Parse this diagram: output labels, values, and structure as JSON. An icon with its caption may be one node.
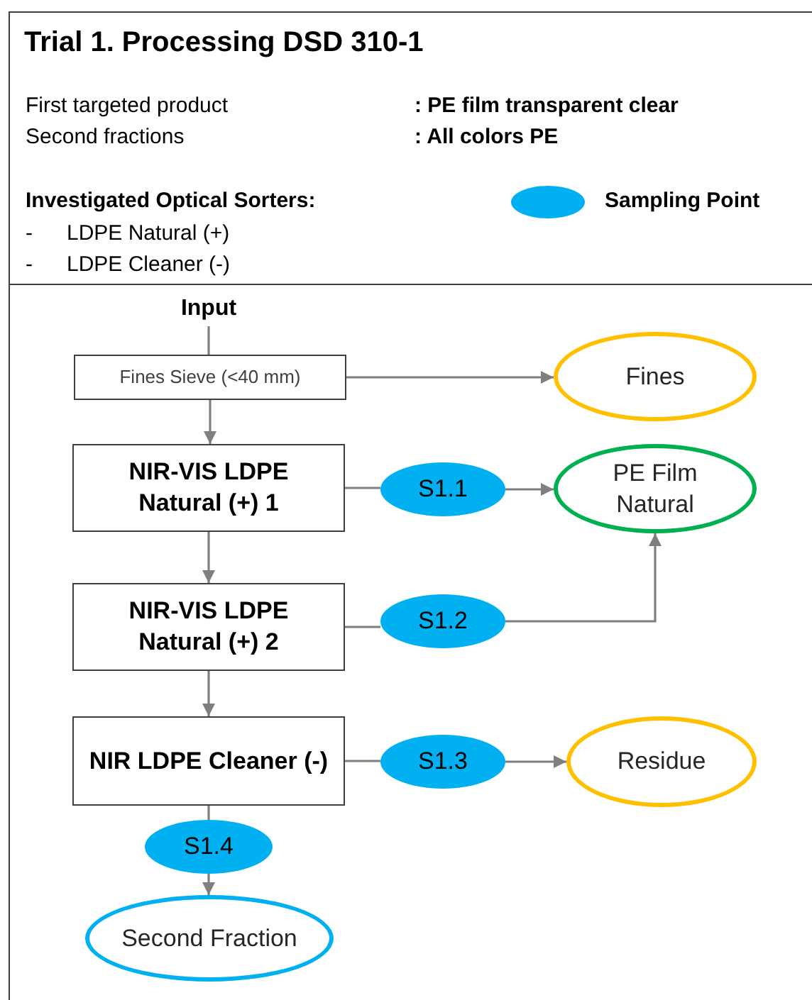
{
  "diagram": {
    "title": "Trial 1. Processing DSD 310-1",
    "nodes": [
      {
        "text": [
          "Input"
        ]
      },
      {
        "text": [
          "Fines Sieve (<40 mm)"
        ]
      },
      {
        "text": [
          "Fines"
        ]
      },
      {
        "text": [
          "NIR-VIS LDPE Natural (+) 1"
        ]
      },
      {
        "text": [
          "S1.1"
        ]
      },
      {
        "text": [
          "PE Film Natural"
        ]
      },
      {
        "text": [
          "NIR-VIS LDPE Natural (+) 2"
        ]
      },
      {
        "text": [
          "S1.2"
        ]
      },
      {
        "text": [
          "NIR LDPE Cleaner (-)"
        ]
      },
      {
        "text": [
          "S1.3"
        ]
      },
      {
        "text": [
          "Residue"
        ]
      },
      {
        "text": [
          "S1.4"
        ]
      },
      {
        "text": [
          "Second Fraction"
        ]
      }
    ],
    "edges": [
      {
        "from": 0,
        "to": 1,
        "arrow": "none"
      },
      {
        "from": 1,
        "to": 2,
        "arrow": "to"
      },
      {
        "from": 1,
        "to": 3,
        "arrow": "to"
      },
      {
        "from": 3,
        "to": 4,
        "arrow": "none"
      },
      {
        "from": 4,
        "to": 5,
        "arrow": "to"
      },
      {
        "from": 3,
        "to": 6,
        "arrow": "to"
      },
      {
        "from": 6,
        "to": 7,
        "arrow": "none"
      },
      {
        "from": 7,
        "to": 5,
        "arrow": "to"
      },
      {
        "from": 6,
        "to": 8,
        "arrow": "to"
      },
      {
        "from": 8,
        "to": 9,
        "arrow": "none"
      },
      {
        "from": 9,
        "to": 10,
        "arrow": "to"
      },
      {
        "from": 8,
        "to": 11,
        "arrow": "none"
      },
      {
        "from": 11,
        "to": 12,
        "arrow": "to"
      }
    ],
    "labels": [
      "First targeted product",
      ": PE film transparent clear",
      "Second fractions",
      ": All colors PE",
      "Investigated Optical Sorters:",
      "-",
      "LDPE Natural (+)",
      "-",
      "LDPE Cleaner (-)"
    ],
    "legend": [
      {
        "text": "Sampling Point",
        "color": "#00b0f0"
      }
    ]
  }
}
